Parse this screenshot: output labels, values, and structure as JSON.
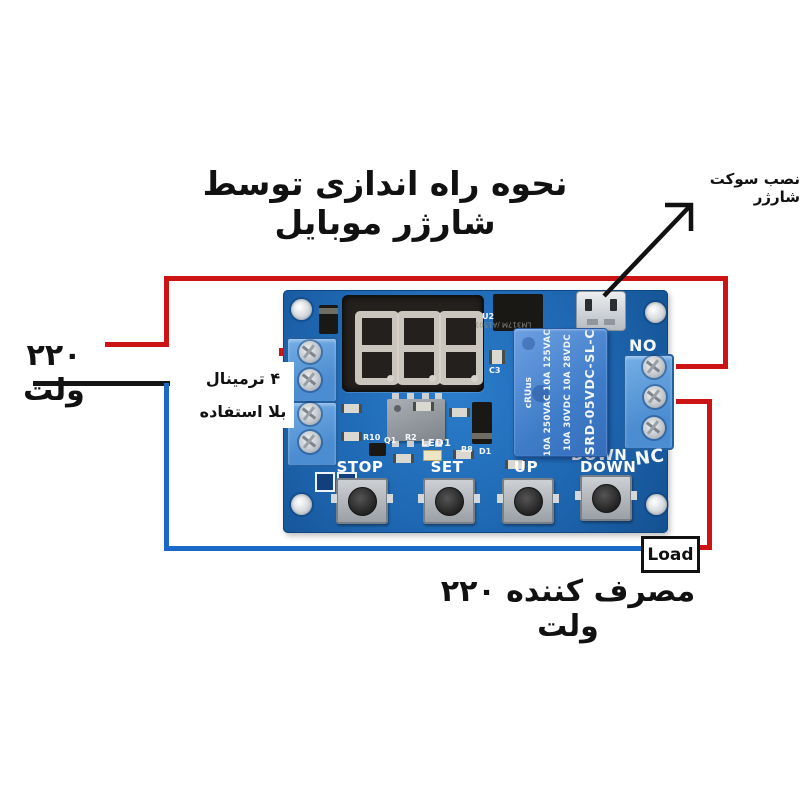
{
  "annotations": {
    "title": "نحوه راه اندازی توسط شارژر موبایل",
    "charger_socket_label": "نصب سوکت شارژر",
    "input_voltage_label": "۲۲۰ ولت",
    "unused_terminals_line1": "۴ ترمینال",
    "unused_terminals_line2": "بلا استفاده",
    "consumer_label": "مصرف کننده ۲۲۰ ولت",
    "load_label": "Load"
  },
  "board": {
    "display_value": "8.8.8",
    "buttons": [
      {
        "label": "STOP"
      },
      {
        "label": "SET"
      },
      {
        "label": "UP"
      },
      {
        "label": "DOWN"
      }
    ],
    "relay": {
      "model": "SRD-05VDC-SL-C",
      "rating_line1": "10A 250VAC 10A 125VAC",
      "rating_line2": "10A 30VDC 10A 28VDC",
      "cert_mark": "cRUus"
    },
    "terminal_labels": {
      "no": "NO",
      "nc": "NC"
    },
    "regulator": {
      "line1": "LM317M",
      "line2": "/A1501",
      "ref": "U2"
    },
    "silkscreen": {
      "r10": "R10",
      "q1": "Q1",
      "r2": "R2",
      "led1": "LED1",
      "r8": "R8",
      "d1": "D1",
      "c3": "C3",
      "down_partial": "DOWN"
    }
  },
  "colors": {
    "wire_red": "#cc1414",
    "wire_blue": "#1b69c7",
    "wire_black": "#151515",
    "pcb_blue": "#1e6cb8",
    "relay_blue": "#4a87d3",
    "display_bg": "#23201d"
  }
}
